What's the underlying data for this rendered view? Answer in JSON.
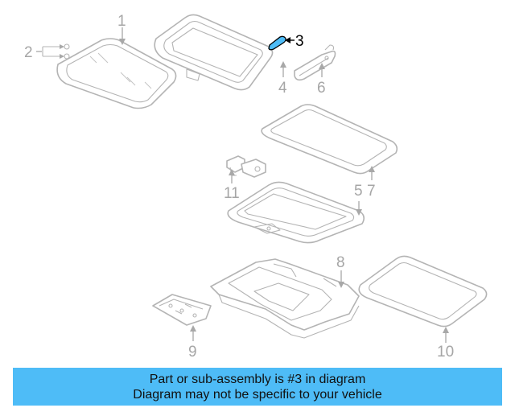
{
  "callouts": {
    "c1": "1",
    "c2": "2",
    "c3": "3",
    "c4": "4",
    "c5": "5",
    "c6": "6",
    "c7": "7",
    "c8": "8",
    "c9": "9",
    "c10": "10",
    "c11": "11"
  },
  "highlight": {
    "part": "3",
    "color": "#4ebcf7"
  },
  "banner": {
    "line1": "Part or sub-assembly is #3 in diagram",
    "line2": "Diagram may not be specific to your vehicle",
    "color": "#4ebcf7"
  }
}
